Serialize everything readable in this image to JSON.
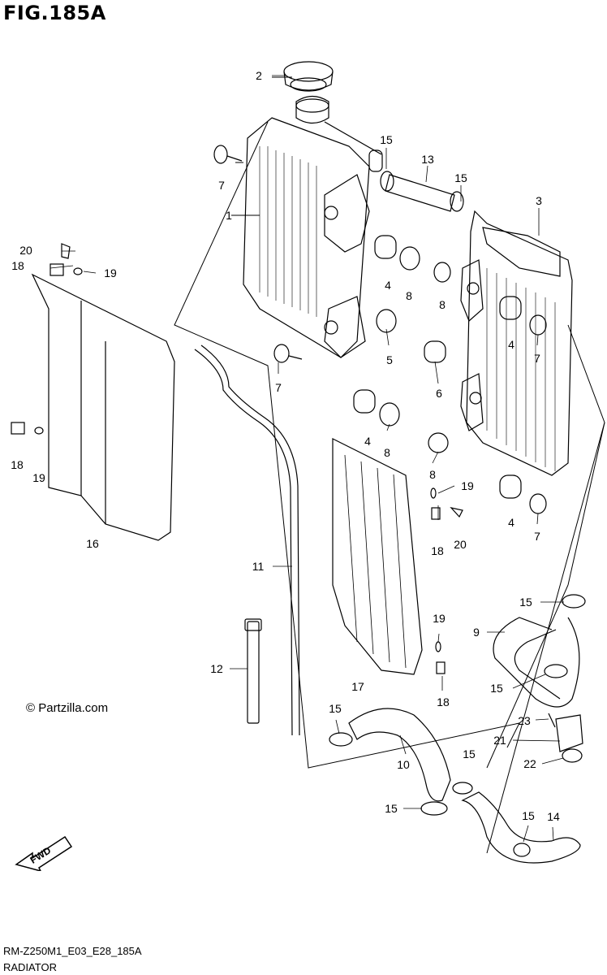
{
  "figure_title": "FIG.185A",
  "copyright": "© Partzilla.com",
  "diagram_code": "RM-Z250M1_E03_E28_185A",
  "diagram_name": "RADIATOR",
  "fwd_label": "FWD",
  "callouts": [
    {
      "id": "c-2",
      "label": "2"
    },
    {
      "id": "c-15a",
      "label": "15"
    },
    {
      "id": "c-13",
      "label": "13"
    },
    {
      "id": "c-15b",
      "label": "15"
    },
    {
      "id": "c-3",
      "label": "3"
    },
    {
      "id": "c-7a",
      "label": "7"
    },
    {
      "id": "c-1",
      "label": "1"
    },
    {
      "id": "c-20a",
      "label": "20"
    },
    {
      "id": "c-18a",
      "label": "18"
    },
    {
      "id": "c-19a",
      "label": "19"
    },
    {
      "id": "c-4a",
      "label": "4"
    },
    {
      "id": "c-8a",
      "label": "8"
    },
    {
      "id": "c-8b",
      "label": "8"
    },
    {
      "id": "c-5",
      "label": "5"
    },
    {
      "id": "c-4b",
      "label": "4"
    },
    {
      "id": "c-7b",
      "label": "7"
    },
    {
      "id": "c-7c",
      "label": "7"
    },
    {
      "id": "c-6",
      "label": "6"
    },
    {
      "id": "c-4c",
      "label": "4"
    },
    {
      "id": "c-8c",
      "label": "8"
    },
    {
      "id": "c-8d",
      "label": "8"
    },
    {
      "id": "c-18b",
      "label": "18"
    },
    {
      "id": "c-19b",
      "label": "19"
    },
    {
      "id": "c-19c",
      "label": "19"
    },
    {
      "id": "c-4d",
      "label": "4"
    },
    {
      "id": "c-7d",
      "label": "7"
    },
    {
      "id": "c-18c",
      "label": "18"
    },
    {
      "id": "c-20b",
      "label": "20"
    },
    {
      "id": "c-16",
      "label": "16"
    },
    {
      "id": "c-11",
      "label": "11"
    },
    {
      "id": "c-15c",
      "label": "15"
    },
    {
      "id": "c-9",
      "label": "9"
    },
    {
      "id": "c-19d",
      "label": "19"
    },
    {
      "id": "c-12",
      "label": "12"
    },
    {
      "id": "c-17",
      "label": "17"
    },
    {
      "id": "c-18d",
      "label": "18"
    },
    {
      "id": "c-15d",
      "label": "15"
    },
    {
      "id": "c-15e",
      "label": "15"
    },
    {
      "id": "c-23",
      "label": "23"
    },
    {
      "id": "c-21",
      "label": "21"
    },
    {
      "id": "c-10",
      "label": "10"
    },
    {
      "id": "c-15f",
      "label": "15"
    },
    {
      "id": "c-22",
      "label": "22"
    },
    {
      "id": "c-15g",
      "label": "15"
    },
    {
      "id": "c-15h",
      "label": "15"
    },
    {
      "id": "c-14",
      "label": "14"
    }
  ]
}
